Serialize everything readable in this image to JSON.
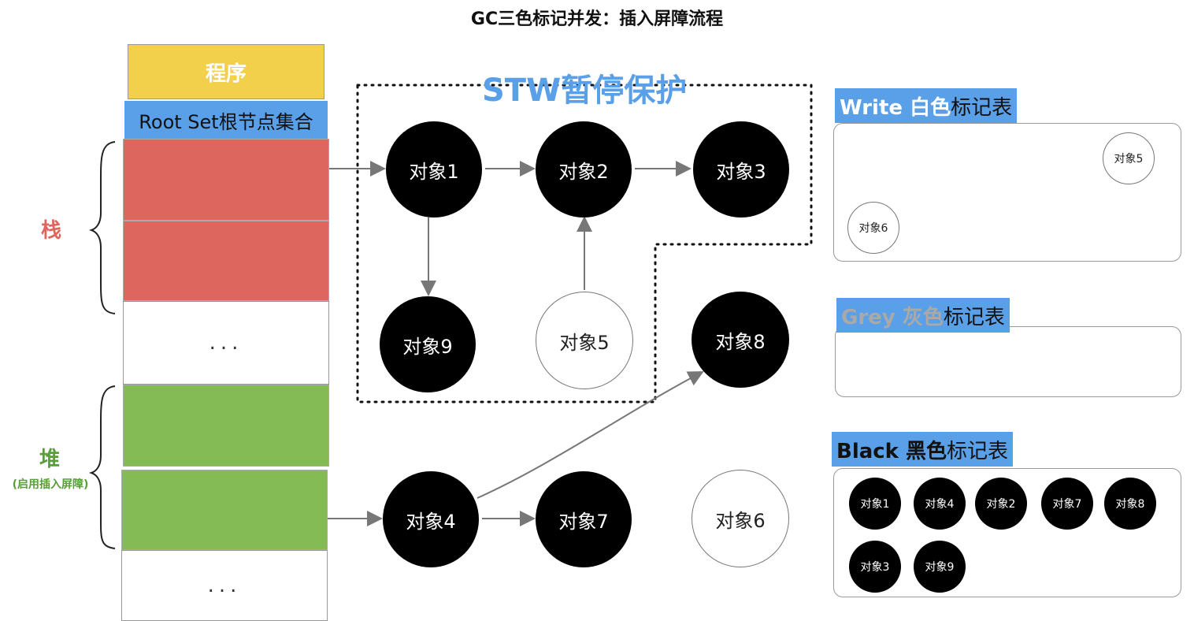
{
  "title": "GC三色标记并发：插入屏障流程",
  "program_label": "程序",
  "root_set_label": "Root Set根节点集合",
  "stack_label": "栈",
  "heap_label": "堆",
  "heap_sublabel": "(启用插入屏障)",
  "ellipsis": "...",
  "stw_label": "STW暂停保护",
  "nodes": {
    "obj1": "对象1",
    "obj2": "对象2",
    "obj3": "对象3",
    "obj9": "对象9",
    "obj5": "对象5",
    "obj8": "对象8",
    "obj4": "对象4",
    "obj7": "对象7",
    "obj6": "对象6"
  },
  "white_table": {
    "heading_strong": "Write 白色",
    "heading_rest": "标记表",
    "items": [
      "对象5",
      "对象6"
    ]
  },
  "grey_table": {
    "heading_strong": "Grey 灰色",
    "heading_rest": "标记表",
    "items": []
  },
  "black_table": {
    "heading_strong": "Black 黑色",
    "heading_rest": "标记表",
    "items": [
      "对象1",
      "对象4",
      "对象2",
      "对象7",
      "对象8",
      "对象3",
      "对象9"
    ]
  },
  "colors": {
    "accent_blue": "#5aa0e8",
    "stack_red": "#dd665e",
    "heap_green": "#84bb54",
    "program_yellow": "#f2d04b"
  }
}
